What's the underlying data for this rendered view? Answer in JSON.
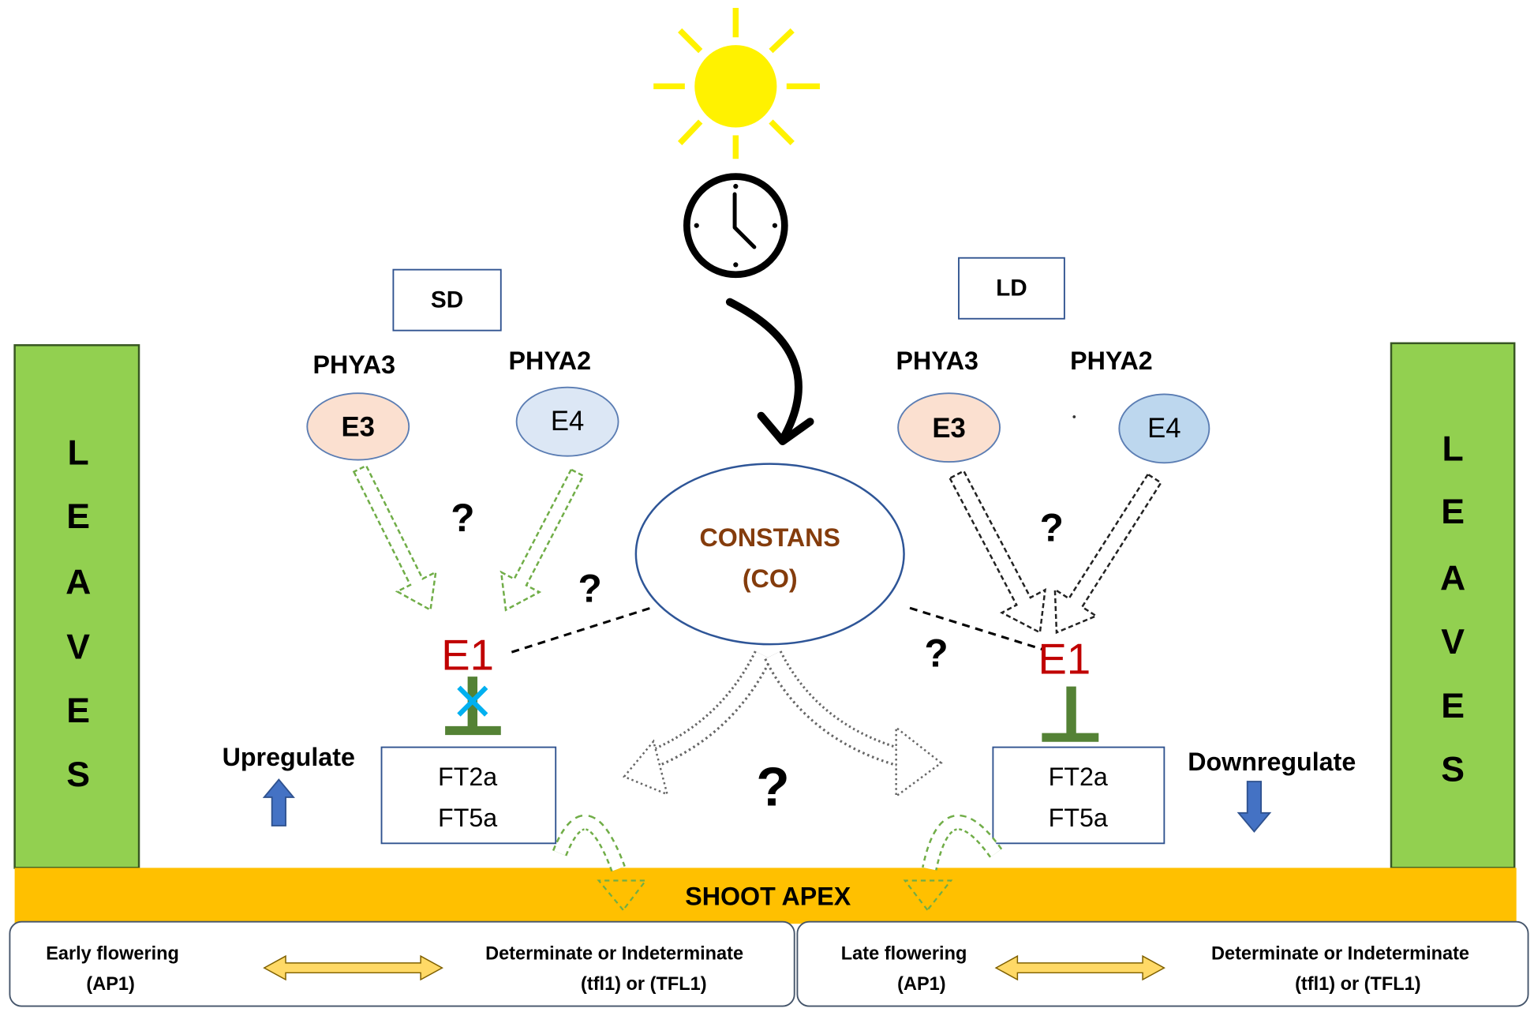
{
  "photoperiod": {
    "short_day": "SD",
    "long_day": "LD"
  },
  "leaves": {
    "left": [
      "L",
      "E",
      "A",
      "V",
      "E",
      "S"
    ],
    "right": [
      "L",
      "E",
      "A",
      "V",
      "E",
      "S"
    ]
  },
  "short_day": {
    "phya3_label": "PHYA3",
    "phya2_label": "PHYA2",
    "e3": "E3",
    "e4": "E4",
    "e1": "E1",
    "ft_genes": [
      "FT2a",
      "FT5a"
    ],
    "regulation": "Upregulate"
  },
  "long_day": {
    "phya3_label": "PHYA3",
    "phya2_label": "PHYA2",
    "e3": "E3",
    "e4": "E4",
    "e1": "E1",
    "ft_genes": [
      "FT2a",
      "FT5a"
    ],
    "regulation": "Downregulate"
  },
  "constans": {
    "name": "CONSTANS",
    "abbreviation": "(CO)"
  },
  "question_marks": [
    "?",
    "?",
    "?",
    "?",
    "?"
  ],
  "shoot_apex": "SHOOT APEX",
  "outcomes": {
    "short_day": {
      "flowering": "Early flowering",
      "flowering_gene": "(AP1)",
      "growth_habit": "Determinate or Indeterminate",
      "growth_habit_genes": "(tfl1) or (TFL1)"
    },
    "long_day": {
      "flowering": "Late flowering",
      "flowering_gene": "(AP1)",
      "growth_habit": "Determinate or Indeterminate",
      "growth_habit_genes": "(tfl1) or (TFL1)"
    }
  },
  "icons": {
    "sun": "sun-icon",
    "clock": "clock-icon",
    "up": "up-arrow-icon",
    "down": "down-arrow-icon",
    "double_arrow": "double-arrow-icon"
  },
  "colors": {
    "leaves": "#92D050",
    "shoot_apex": "#FFC000",
    "sun": "#FFF200",
    "e1": "#C00000",
    "constans_text": "#843C0C",
    "e3_fill": "#FBE0D0",
    "e4_fill_sd": "#DCE7F5",
    "e4_fill_ld": "#BDD7EE",
    "inhibition": "#548235",
    "blocked_x": "#00B0F0",
    "regulation_arrow": "#4472C4",
    "double_arrow": "#FFD966"
  }
}
